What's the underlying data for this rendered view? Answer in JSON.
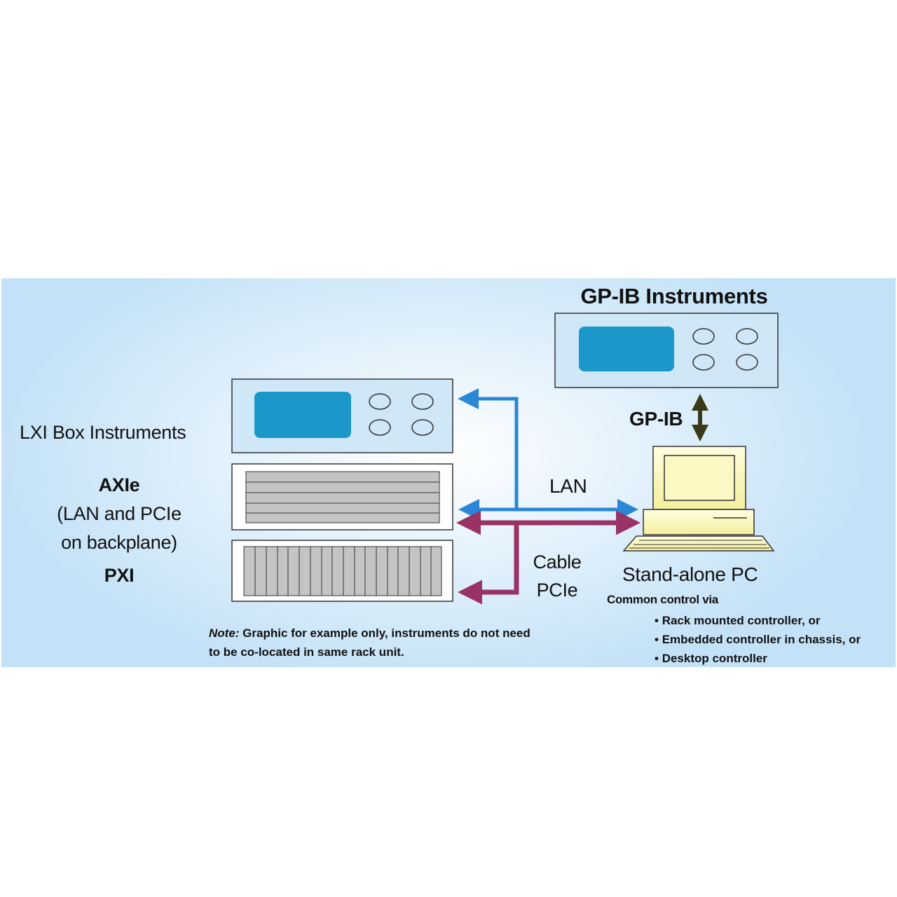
{
  "labels": {
    "gpib_instruments": "GP-IB Instruments",
    "lxi_box": "LXI Box Instruments",
    "axie_title": "AXIe",
    "axie_sub1": "(LAN and PCIe",
    "axie_sub2": "on backplane)",
    "pxi": "PXI",
    "lan": "LAN",
    "gpib": "GP-IB",
    "cable": "Cable",
    "pcie": "PCIe",
    "standalone_pc": "Stand-alone PC",
    "common_control": "Common control via"
  },
  "controllers": [
    "Rack mounted controller, or",
    "Embedded controller in chassis, or",
    "Desktop controller"
  ],
  "note": {
    "label": "Note:",
    "text": " Graphic for example only, instruments do not need to be co-located in same rack unit."
  },
  "colors": {
    "lan_arrow": "#2a86d6",
    "pcie_arrow": "#993366",
    "gpib_arrow": "#3a3a1a",
    "display": "#1b97c9",
    "instrument_body": "#cfe7f6",
    "pc_body": "#fbf8c4"
  }
}
